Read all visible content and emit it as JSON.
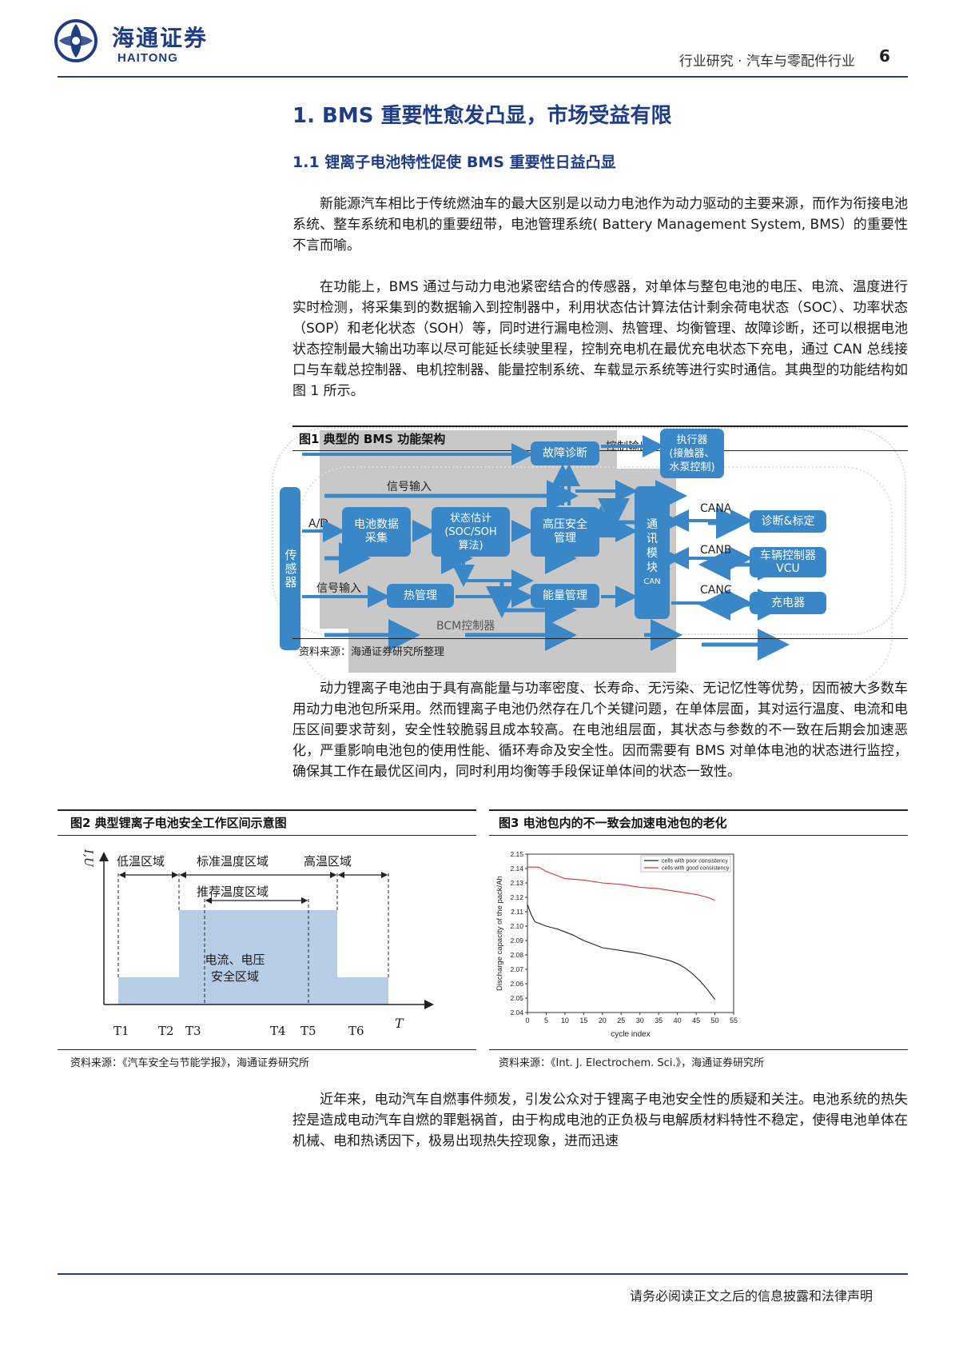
{
  "header": {
    "logo_cn": "海通证券",
    "logo_en": "HAITONG",
    "section": "行业研究 · 汽车与零配件行业",
    "page_number": "6"
  },
  "h1": "1. BMS 重要性愈发凸显，市场受益有限",
  "h2": "1.1 锂离子电池特性促使 BMS 重要性日益凸显",
  "paragraphs": {
    "p1": "新能源汽车相比于传统燃油车的最大区别是以动力电池作为动力驱动的主要来源，而作为衔接电池系统、整车系统和电机的重要纽带，电池管理系统( Battery Management System, BMS）的重要性不言而喻。",
    "p2": "在功能上，BMS 通过与动力电池紧密结合的传感器，对单体与整包电池的电压、电流、温度进行实时检测，将采集到的数据输入到控制器中，利用状态估计算法估计剩余荷电状态（SOC）、功率状态（SOP）和老化状态（SOH）等，同时进行漏电检测、热管理、均衡管理、故障诊断，还可以根据电池状态控制最大输出功率以尽可能延长续驶里程，控制充电机在最优充电状态下充电，通过 CAN 总线接口与车载总控制器、电机控制器、能量控制系统、车载显示系统等进行实时通信。其典型的功能结构如图 1 所示。",
    "p3": "动力锂离子电池由于具有高能量与功率密度、长寿命、无污染、无记忆性等优势，因而被大多数车用动力电池包所采用。然而锂离子电池仍然存在几个关键问题，在单体层面，其对运行温度、电流和电压区间要求苛刻，安全性较脆弱且成本较高。在电池组层面，其状态与参数的不一致在后期会加速恶化，严重影响电池包的使用性能、循环寿命及安全性。因而需要有 BMS 对单体电池的状态进行监控，确保其工作在最优区间内，同时利用均衡等手段保证单体间的状态一致性。",
    "p4": "近年来，电动汽车自燃事件频发，引发公众对于锂离子电池安全性的质疑和关注。电池系统的热失控是造成电动汽车自燃的罪魁祸首，由于构成电池的正负极与电解质材料特性不稳定，使得电池单体在机械、电和热诱因下，极易出现热失控现象，进而迅速"
  },
  "fig1": {
    "caption": "图1  典型的 BMS 功能架构",
    "source": "资料来源：海通证券研究所整理",
    "sensor": "传感器",
    "ad": "A/D",
    "signal_in_top": "信号输入",
    "signal_in_bottom": "信号输入",
    "data_collect": "电池数据\n采集",
    "state_est": "状态估计\n(SOC/SOH\n算法)",
    "hv_safety": "高压安全\n管理",
    "fault_diag": "故障诊断",
    "ctrl_out": "控制输出",
    "actuator": "执行器\n(接触器、\n水泵控制)",
    "thermal": "热管理",
    "energy": "能量管理",
    "bcm": "BCM控制器",
    "comm": "通\n讯\n模\n块",
    "comm_can": "CAN",
    "cana": "CANA",
    "canb": "CANB",
    "canc": "CANC",
    "diag_cal": "诊断&标定",
    "vcu": "车辆控制器\nVCU",
    "charger": "充电器",
    "colors": {
      "box": "#3a87c8",
      "bcm_bg": "#c8c8c8",
      "arrow": "#3a87c8"
    }
  },
  "fig2": {
    "caption": "图2  典型锂离子电池安全工作区间示意图",
    "source": "资料来源：《汽车安全与节能学报》，海通证券研究所",
    "y_label": "I,U",
    "x_label": "T",
    "low_temp": "低温区域",
    "std_temp": "标准温度区域",
    "high_temp": "高温区域",
    "recommended": "推荐温度区域",
    "safe_zone": "电流、电压\n安全区域",
    "ticks": [
      "T1",
      "T2",
      "T3",
      "T4",
      "T5",
      "T6"
    ],
    "fill_color": "#b7cde6"
  },
  "fig3": {
    "caption": "图3  电池包内的不一致会加速电池包的老化",
    "source": "资料来源：《Int. J. Electrochem. Sci.》，海通证券研究所",
    "chart_data": {
      "type": "line",
      "xlabel": "cycle index",
      "ylabel": "Discharge capacity of the pack/Ah",
      "xlim": [
        0,
        55
      ],
      "ylim": [
        2.04,
        2.15
      ],
      "xticks": [
        0,
        5,
        10,
        15,
        20,
        25,
        30,
        35,
        40,
        45,
        50,
        55
      ],
      "yticks": [
        2.04,
        2.05,
        2.06,
        2.07,
        2.08,
        2.09,
        2.1,
        2.11,
        2.12,
        2.13,
        2.14,
        2.15
      ],
      "legend_position": "top-right",
      "series": [
        {
          "name": "cells with poor consistency",
          "color": "#222222",
          "x": [
            0,
            1,
            2,
            3,
            5,
            8,
            10,
            12,
            15,
            18,
            20,
            25,
            30,
            35,
            38,
            40,
            42,
            44,
            46,
            48,
            50
          ],
          "y": [
            2.115,
            2.108,
            2.103,
            2.102,
            2.1,
            2.098,
            2.096,
            2.094,
            2.09,
            2.087,
            2.085,
            2.083,
            2.081,
            2.078,
            2.076,
            2.074,
            2.071,
            2.067,
            2.062,
            2.056,
            2.049
          ]
        },
        {
          "name": "cells with good consistency",
          "color": "#e03030",
          "x": [
            0,
            3,
            5,
            8,
            10,
            15,
            20,
            25,
            30,
            35,
            40,
            45,
            48,
            50
          ],
          "y": [
            2.141,
            2.141,
            2.138,
            2.135,
            2.133,
            2.132,
            2.13,
            2.129,
            2.127,
            2.126,
            2.124,
            2.122,
            2.12,
            2.118
          ]
        }
      ]
    }
  },
  "footer": "请务必阅读正文之后的信息披露和法律声明"
}
